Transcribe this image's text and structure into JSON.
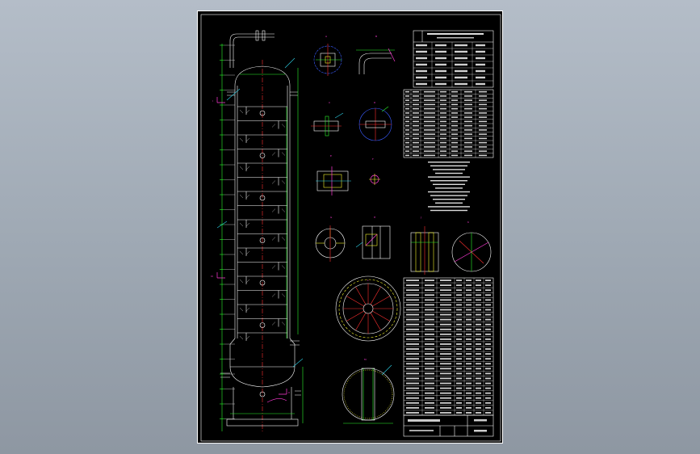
{
  "window": {
    "background_top": "#b4bdc8",
    "background_bottom": "#8e97a2"
  },
  "drawing": {
    "sheet_color": "#000000",
    "line_colors": {
      "outline": "#ffffff",
      "centerline": "#ff3030",
      "dimension": "#2cf52c",
      "leader": "#2dd0e6",
      "detail_label": "#ff3bd6",
      "hatch": "#f4f42c",
      "weld": "#3a5cff"
    },
    "section_marks": [
      "I",
      "II",
      "III"
    ],
    "icons": [
      "column-elevation-icon",
      "detail-circle-icon",
      "title-block-icon",
      "table-icon"
    ]
  }
}
